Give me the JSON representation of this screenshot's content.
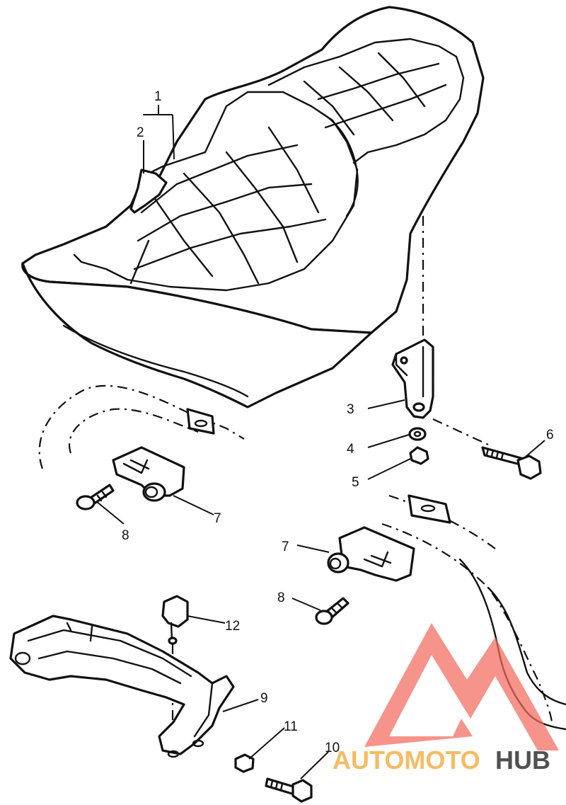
{
  "callouts": [
    {
      "id": "1",
      "text": "1"
    },
    {
      "id": "2",
      "text": "2"
    },
    {
      "id": "3",
      "text": "3"
    },
    {
      "id": "4",
      "text": "4"
    },
    {
      "id": "5",
      "text": "5"
    },
    {
      "id": "6",
      "text": "6"
    },
    {
      "id": "7a",
      "text": "7"
    },
    {
      "id": "7b",
      "text": "7"
    },
    {
      "id": "8a",
      "text": "8"
    },
    {
      "id": "8b",
      "text": "8"
    },
    {
      "id": "9",
      "text": "9"
    },
    {
      "id": "10",
      "text": "10"
    },
    {
      "id": "11",
      "text": "11"
    },
    {
      "id": "12",
      "text": "12"
    }
  ],
  "watermark": {
    "part1": "AUTOMOTO",
    "part2": "HUB",
    "color_primary": "#f26a5e",
    "color_secondary": "#f5b04a",
    "color_dark": "#333333"
  }
}
